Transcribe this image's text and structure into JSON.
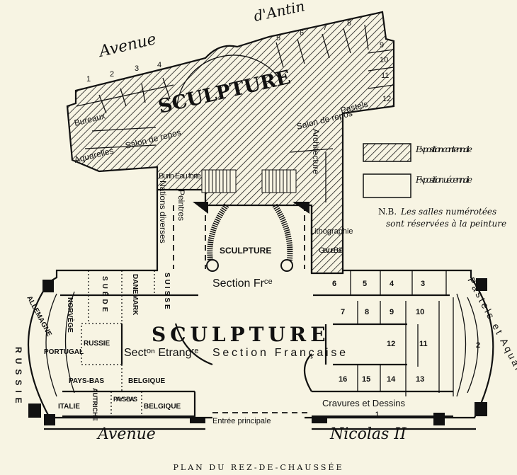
{
  "title": "PLAN DU REZ-DE-CHAUSSÉE",
  "streets": {
    "avenue_top": "Avenue",
    "antin": "d'Antin",
    "avenue_bottom": "Avenue",
    "nicolas": "Nicolas II"
  },
  "legend": {
    "centennale": "Exposition contennale",
    "decennale": "Fxposition uécennale",
    "note_prefix": "N.B.",
    "note_line1": "Les salles numérotées",
    "note_line2": "sont réservées à la peinture",
    "colors": {
      "hatch": "#1a1a1a",
      "paper": "#f7f4e3"
    }
  },
  "upper_block": {
    "main_label": "SCULPTURE",
    "rooms_top": [
      "1",
      "2",
      "3",
      "4",
      "5",
      "6",
      "7",
      "8",
      "9",
      "10",
      "11",
      "12"
    ],
    "bureaux": "Bureaux",
    "aquarelles": "Aquarelles",
    "salon_repos_left": "Salon de repos",
    "salon_repos_right": "Salon de repos",
    "pastels": "Pastels",
    "architecture": "Architecture",
    "burin": "Burin Eau forte"
  },
  "center": {
    "peintres": "Peintres",
    "nations": "Nations diverses",
    "sculpture_small": "SCULPTURE",
    "section_fr": "Section Frᶜᵉ",
    "lithographie": "Lithographie",
    "gravure_bois": "Gravure Bois",
    "sculpture_big": "SCULPTURE",
    "sect_etrang": "Sectᵒⁿ Etrangʳᵉ",
    "section_francaise": "Section Française",
    "entree": "Entrée principale"
  },
  "left_wing": {
    "suisse": "SUISSE",
    "suede": "SUÈDE",
    "danemark": "DANEMARK",
    "norvege": "NORVÈGE",
    "russie": "RUSSIE",
    "portugal": "PORTUGAL",
    "allemagne": "ALLEMAGNE",
    "russie_arc": "RUSSIE",
    "pays_bas_1": "PAYS-BAS",
    "belgique_1": "BELGIQUE",
    "italie": "ITALIE",
    "autriche": "AUTRICHE",
    "pays_bas_2": "PAYS-BAS",
    "belgique_2": "BELGIQUE"
  },
  "right_wing": {
    "rooms": [
      "6",
      "5",
      "4",
      "3",
      "7",
      "8",
      "9",
      "10",
      "12",
      "11",
      "16",
      "15",
      "14",
      "13"
    ],
    "cravures": "Cravures et Dessins",
    "room_1": "1",
    "room_2": "2",
    "pastels_aquarelles": "Pastels et Aquarelles"
  }
}
